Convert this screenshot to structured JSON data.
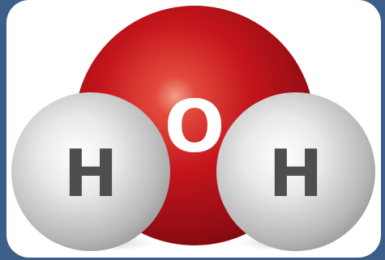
{
  "molecule": {
    "oxygen": {
      "label": "O",
      "color": "#c4141c",
      "label_color": "#ffffff"
    },
    "hydrogen_left": {
      "label": "H",
      "color": "#d6d6d6",
      "label_color": "#4e4e4e"
    },
    "hydrogen_right": {
      "label": "H",
      "color": "#d6d6d6",
      "label_color": "#4e4e4e"
    }
  },
  "colors": {
    "frame": "#3c5f8a",
    "panel": "#ffffff"
  }
}
